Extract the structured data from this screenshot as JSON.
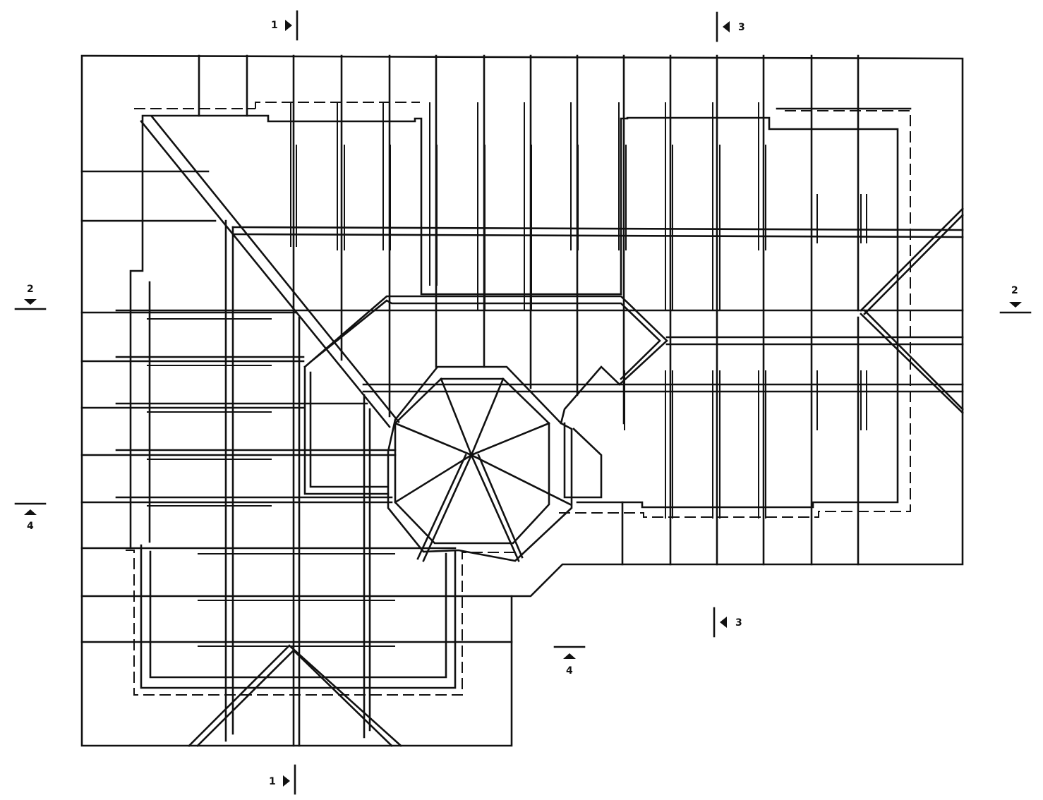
{
  "section_markers": [
    {
      "id": "1-top",
      "label": "1"
    },
    {
      "id": "1-bottom",
      "label": "1"
    },
    {
      "id": "2-left",
      "label": "2"
    },
    {
      "id": "2-right",
      "label": "2"
    },
    {
      "id": "3-top",
      "label": "3"
    },
    {
      "id": "3-bottom",
      "label": "3"
    },
    {
      "id": "4-left",
      "label": "4"
    },
    {
      "id": "4-bottom",
      "label": "4"
    }
  ]
}
